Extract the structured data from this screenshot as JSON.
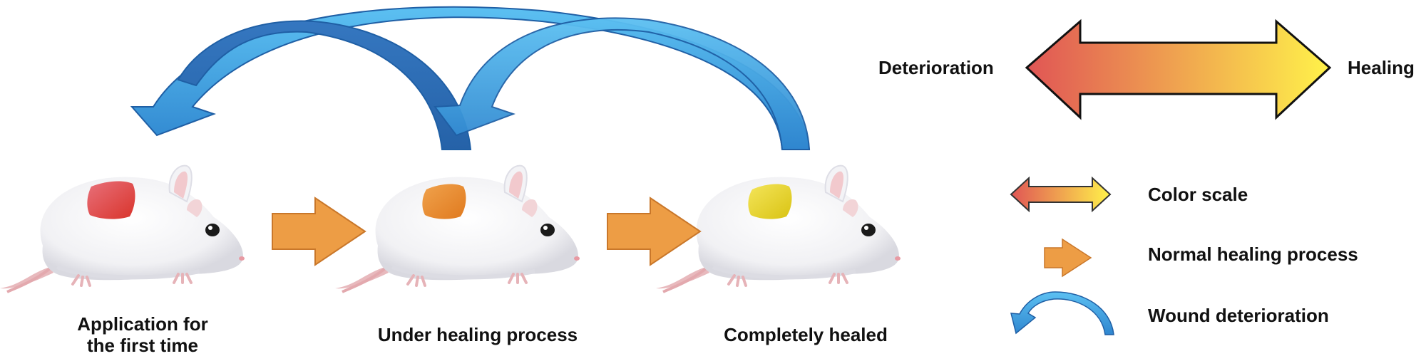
{
  "stages": [
    {
      "label": "Application for\nthe first time",
      "wound_color": "#d9342b",
      "wound_color_light": "#e8707a"
    },
    {
      "label": "Under healing process",
      "wound_color": "#e07a1f",
      "wound_color_light": "#f0a24c"
    },
    {
      "label": "Completely healed",
      "wound_color": "#d9c313",
      "wound_color_light": "#f4e55a"
    }
  ],
  "scale": {
    "left_label": "Deterioration",
    "right_label": "Healing",
    "gradient_start": "#e05555",
    "gradient_end": "#fff24a"
  },
  "legend": [
    {
      "icon": "color-scale-arrow-icon",
      "label": "Color scale"
    },
    {
      "icon": "orange-arrow-icon",
      "label": "Normal healing process"
    },
    {
      "icon": "blue-curved-arrow-icon",
      "label": "Wound deterioration"
    }
  ],
  "colors": {
    "healing_arrow": "#ed9d45",
    "deterioration_arrow": "#3aa3e3",
    "deterioration_arrow_dark": "#2a6fb8"
  }
}
